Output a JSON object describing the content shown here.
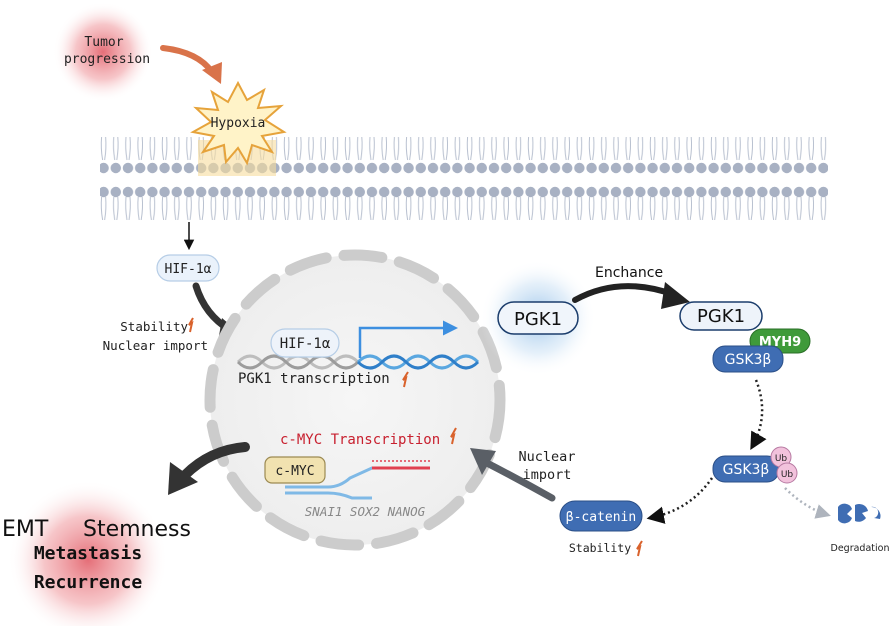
{
  "labels": {
    "tumor_progression_1": "Tumor",
    "tumor_progression_2": "progression",
    "hypoxia": "Hypoxia",
    "hif_outside": "HIF-1α",
    "stability": "Stability",
    "nuclear_import": "Nuclear import",
    "hif_inside": "HIF-1α",
    "pgk1_transcription": "PGK1 transcription",
    "cmyc_transcription": "c-MYC Transcription",
    "cmyc": "c-MYC",
    "genes": "SNAI1  SOX2  NANOG",
    "pgk1_left": "PGK1",
    "enhance": "Enchance",
    "pgk1_right": "PGK1",
    "myh9": "MYH9",
    "gsk3b_top": "GSK3β",
    "gsk3b_bottom": "GSK3β",
    "ub1": "Ub",
    "ub2": "Ub",
    "degradation": "Degradation",
    "nuclear_import_right_1": "Nuclear",
    "nuclear_import_right_2": "import",
    "beta_catenin": "β-catenin",
    "stability_bottom": "Stability",
    "emt": "EMT",
    "stemness": "Stemness",
    "metastasis": "Metastasis",
    "recurrence": "Recurrence"
  },
  "colors": {
    "lipid_head": "#a8b1c3",
    "orange_arrow": "#d9734a",
    "red_text": "#c8202f",
    "blue_box": "#3f6db3",
    "green_box": "#3f9a3a",
    "dna_blue": "#5aa7e0",
    "ub_pink": "#f2c2dc"
  }
}
